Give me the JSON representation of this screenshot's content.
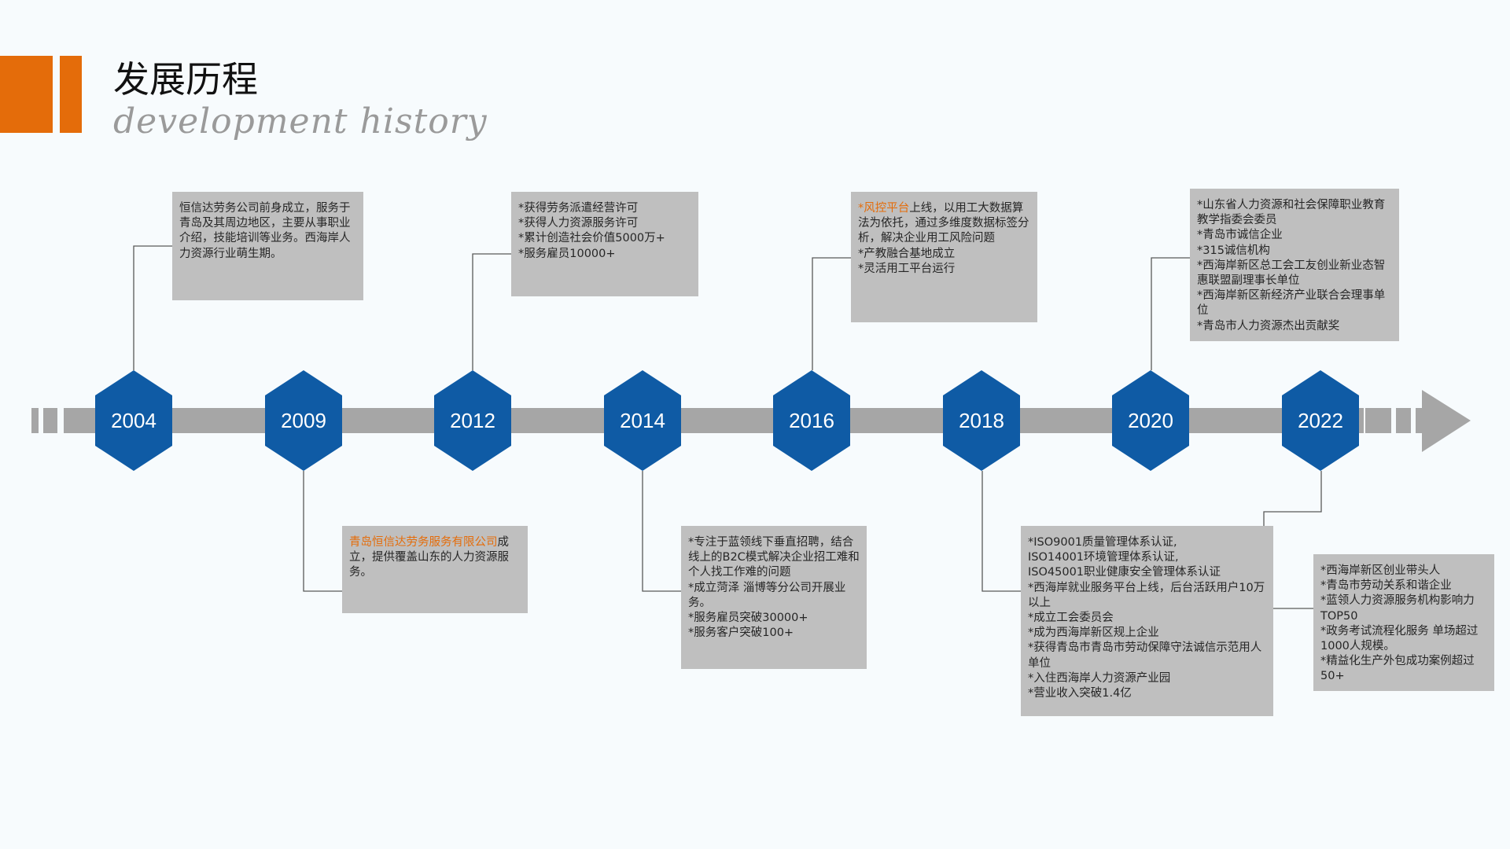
{
  "header": {
    "title": "发展历程",
    "subtitle": "development history"
  },
  "colors": {
    "accent": "#e46c0a",
    "hex": "#0f5ba5",
    "track": "#a6a6a6",
    "box": "#bfbfbf"
  },
  "milestones": [
    {
      "year": "2004",
      "side": "top",
      "items": [
        {
          "text": "恒信达劳务公司前身成立，服务于青岛及其周边地区，主要从事职业介绍，技能培训等业务。西海岸人力资源行业萌生期。"
        }
      ]
    },
    {
      "year": "2009",
      "side": "bottom",
      "items": [
        {
          "highlight": "青岛恒信达劳务服务有限公司",
          "text": "成立，提供覆盖山东的人力资源服务。"
        }
      ]
    },
    {
      "year": "2012",
      "side": "top",
      "items": [
        {
          "text": "*获得劳务派遣经营许可"
        },
        {
          "text": "*获得人力资源服务许可"
        },
        {
          "text": "*累计创造社会价值5000万+"
        },
        {
          "text": "*服务雇员10000+"
        }
      ]
    },
    {
      "year": "2014",
      "side": "bottom",
      "items": [
        {
          "text": "*专注于蓝领线下垂直招聘，结合线上的B2C模式解决企业招工难和个人找工作难的问题"
        },
        {
          "text": "*成立菏泽  淄博等分公司开展业务。"
        },
        {
          "text": "*服务雇员突破30000+"
        },
        {
          "text": "*服务客户突破100+"
        }
      ]
    },
    {
      "year": "2016",
      "side": "top",
      "items": [
        {
          "highlight": "*风控平台",
          "text": "上线，以用工大数据算法为依托，通过多维度数据标签分析，解决企业用工风险问题"
        },
        {
          "text": "*产教融合基地成立"
        },
        {
          "text": "*灵活用工平台运行"
        }
      ]
    },
    {
      "year": "2018",
      "side": "bottom",
      "items": [
        {
          "text": "*ISO9001质量管理体系认证,"
        },
        {
          "text": "ISO14001环境管理体系认证,"
        },
        {
          "text": "ISO45001职业健康安全管理体系认证"
        },
        {
          "text": "*西海岸就业服务平台上线，后台活跃用户10万以上"
        },
        {
          "text": "*成立工会委员会"
        },
        {
          "text": "*成为西海岸新区规上企业"
        },
        {
          "text": "*获得青岛市青岛市劳动保障守法诚信示范用人单位"
        },
        {
          "text": "*入住西海岸人力资源产业园"
        },
        {
          "text": "*营业收入突破1.4亿"
        }
      ]
    },
    {
      "year": "2020",
      "side": "top",
      "items": [
        {
          "text": "*山东省人力资源和社会保障职业教育教学指委会委员"
        },
        {
          "text": "*青岛市诚信企业"
        },
        {
          "text": "*315诚信机构"
        },
        {
          "text": "*西海岸新区总工会工友创业新业态智惠联盟副理事长单位"
        },
        {
          "text": "*西海岸新区新经济产业联合会理事单位"
        },
        {
          "text": "*青岛市人力资源杰出贡献奖"
        }
      ]
    },
    {
      "year": "2022",
      "side": "bottom",
      "items": [
        {
          "text": "*西海岸新区创业带头人"
        },
        {
          "text": "*青岛市劳动关系和谐企业"
        },
        {
          "text": "*蓝领人力资源服务机构影响力TOP50"
        },
        {
          "text": "*政务考试流程化服务  单场超过1000人规模。"
        },
        {
          "text": "*精益化生产外包成功案例超过50+"
        }
      ]
    }
  ]
}
